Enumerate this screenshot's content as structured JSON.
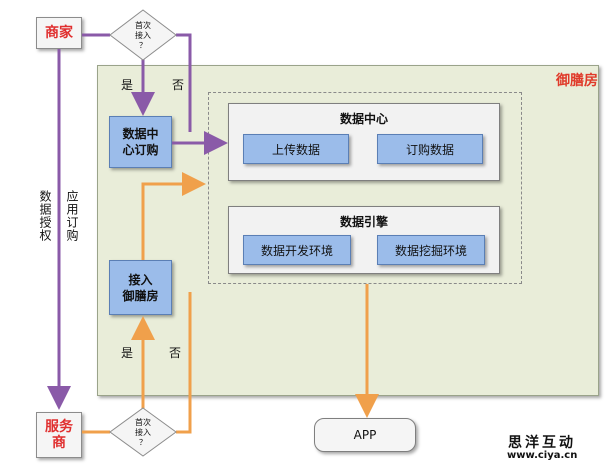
{
  "merchant_label": "商家",
  "provider_label": "服务商",
  "container_title": "御膳房",
  "decision_top": "首次\n接入\n？",
  "decision_bottom": "首次\n接入\n？",
  "yes_label": "是",
  "no_label": "否",
  "data_center_order": "数据中\n心订购",
  "access_yushanfang": "接入\n御膳房",
  "data_center": {
    "title": "数据中心",
    "items": [
      "上传数据",
      "订购数据"
    ]
  },
  "data_engine": {
    "title": "数据引擎",
    "items": [
      "数据开发环境",
      "数据挖掘环境"
    ]
  },
  "left_vertical_labels": [
    "数据授权",
    "应用订购"
  ],
  "app_label": "APP",
  "watermark": {
    "name": "思洋互动",
    "url": "www.ciya.cn"
  },
  "colors": {
    "purple_flow": "#8a5aa8",
    "orange_flow": "#f0a04b",
    "accent_red": "#e02f2f",
    "box_blue": "#9bbcea",
    "container_green": "#e9edd9"
  }
}
